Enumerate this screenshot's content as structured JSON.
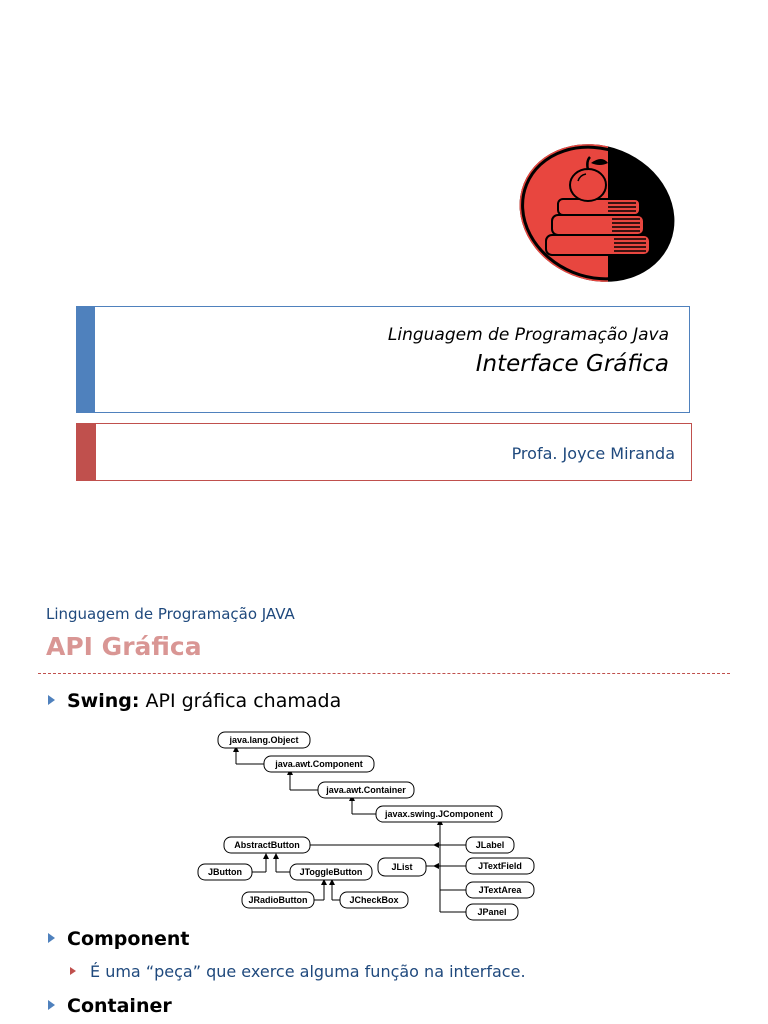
{
  "slide1": {
    "subtitle": "Linguagem de Programação Java",
    "title": "Interface Gráfica",
    "author": "Profa. Joyce Miranda",
    "logo_icon": "apple-on-books-icon",
    "colors": {
      "blue": "#4f81bd",
      "red": "#c0504d",
      "logo_red": "#e8463f"
    }
  },
  "slide2": {
    "section": "Linguagem de Programação JAVA",
    "heading": "API Gráfica",
    "bullets": [
      {
        "bold": "Swing:",
        "text": " API gráfica chamada"
      },
      {
        "bold": "Component",
        "text": ""
      },
      {
        "bold": "Container",
        "text": ""
      }
    ],
    "sub_bullet": "É uma “peça” que exerce alguma função na interface.",
    "diagram": {
      "nodes": [
        "java.lang.Object",
        "java.awt.Component",
        "java.awt.Container",
        "javax.swing.JComponent",
        "AbstractButton",
        "JButton",
        "JToggleButton",
        "JRadioButton",
        "JCheckBox",
        "JList",
        "JLabel",
        "JTextField",
        "JTextArea",
        "JPanel"
      ]
    }
  }
}
